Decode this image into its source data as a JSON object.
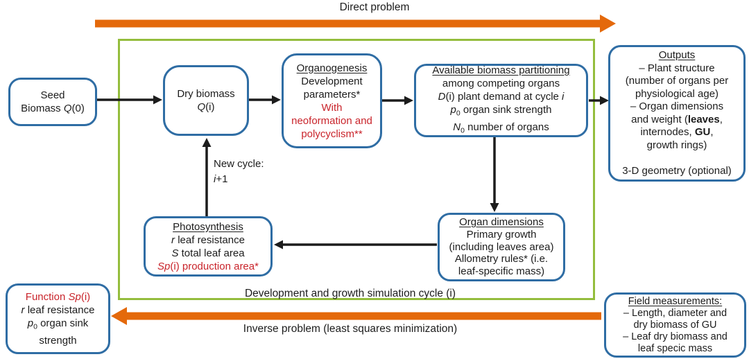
{
  "colors": {
    "blue": "#2f6da4",
    "orange": "#e4690b",
    "green": "#94bd3d",
    "red": "#c9242b",
    "ink": "#1c1c1c"
  },
  "labels": {
    "direct_problem": "Direct problem",
    "inverse_problem": "Inverse problem (least squares minimization)",
    "cycle_caption": "Development and growth simulation cycle (i)"
  },
  "annotations": {
    "new_cycle": [
      [
        {
          "t": "New cycle:"
        }
      ],
      [
        {
          "t": "i",
          "s": "i"
        },
        {
          "t": "+1"
        }
      ]
    ]
  },
  "boxes": {
    "seed_biomass": [
      [
        {
          "t": "Seed"
        }
      ],
      [
        {
          "t": "Biomass "
        },
        {
          "t": "Q",
          "s": "i"
        },
        {
          "t": "(0)"
        }
      ]
    ],
    "dry_biomass": [
      [
        {
          "t": "Dry biomass"
        }
      ],
      [
        {
          "t": "Q",
          "s": "i"
        },
        {
          "t": "(i)"
        }
      ]
    ],
    "organogenesis": [
      [
        {
          "t": "Organogenesis",
          "s": "u"
        }
      ],
      [
        {
          "t": "Development"
        }
      ],
      [
        {
          "t": "parameters*"
        }
      ],
      [
        {
          "t": "With",
          "s": "r"
        }
      ],
      [
        {
          "t": "neoformation and",
          "s": "r"
        }
      ],
      [
        {
          "t": "polycyclism**",
          "s": "r"
        }
      ]
    ],
    "available_partitioning": [
      [
        {
          "t": "Available biomass partitioning",
          "s": "u"
        }
      ],
      [
        {
          "t": "among competing organs"
        }
      ],
      [
        {
          "t": "D",
          "s": "i"
        },
        {
          "t": "(i) plant demand at cycle "
        },
        {
          "t": "i",
          "s": "i"
        }
      ],
      [
        {
          "t": "p",
          "s": "i"
        },
        {
          "t": "0",
          "s": "s"
        },
        {
          "t": " organ sink strength"
        }
      ],
      [
        {
          "t": "N",
          "s": "i"
        },
        {
          "t": "0",
          "s": "s"
        },
        {
          "t": " number of organs"
        }
      ]
    ],
    "outputs": [
      [
        {
          "t": "Outputs",
          "s": "u"
        }
      ],
      [
        {
          "t": "– Plant structure"
        }
      ],
      [
        {
          "t": "(number of organs per"
        }
      ],
      [
        {
          "t": "physiological age)"
        }
      ],
      [
        {
          "t": "– Organ dimensions"
        }
      ],
      [
        {
          "t": "and weight ("
        },
        {
          "t": "leaves",
          "s": "b"
        },
        {
          "t": ","
        }
      ],
      [
        {
          "t": "internodes, "
        },
        {
          "t": "GU",
          "s": "b"
        },
        {
          "t": ","
        }
      ],
      [
        {
          "t": "growth rings)"
        }
      ],
      [
        {
          "t": " "
        }
      ],
      [
        {
          "t": "3-D geometry (optional)"
        }
      ]
    ],
    "photosynthesis": [
      [
        {
          "t": "Photosynthesis",
          "s": "u"
        }
      ],
      [
        {
          "t": "r",
          "s": "i"
        },
        {
          "t": " leaf resistance"
        }
      ],
      [
        {
          "t": "S",
          "s": "i"
        },
        {
          "t": " total leaf area"
        }
      ],
      [
        {
          "t": "Sp",
          "s": "ir"
        },
        {
          "t": "(i) production area*",
          "s": "r"
        }
      ]
    ],
    "organ_dimensions": [
      [
        {
          "t": "Organ dimensions",
          "s": "u"
        }
      ],
      [
        {
          "t": "Primary growth"
        }
      ],
      [
        {
          "t": "(including leaves area)"
        }
      ],
      [
        {
          "t": "Allometry rules* (i.e."
        }
      ],
      [
        {
          "t": "leaf-specific mass)"
        }
      ]
    ],
    "function_sp": [
      [
        {
          "t": "Function ",
          "s": "r"
        },
        {
          "t": "Sp",
          "s": "ir"
        },
        {
          "t": "(i)",
          "s": "r"
        }
      ],
      [
        {
          "t": "r",
          "s": "i"
        },
        {
          "t": " leaf resistance"
        }
      ],
      [
        {
          "t": "p",
          "s": "i"
        },
        {
          "t": "0",
          "s": "s"
        },
        {
          "t": " organ sink"
        }
      ],
      [
        {
          "t": "strength"
        }
      ]
    ],
    "field_measurements": [
      [
        {
          "t": "Field measurements:",
          "s": "u"
        }
      ],
      [
        {
          "t": "– Length, diameter and"
        }
      ],
      [
        {
          "t": "dry biomass of GU"
        }
      ],
      [
        {
          "t": "– Leaf dry biomass and"
        }
      ],
      [
        {
          "t": "leaf specic mass"
        }
      ]
    ]
  }
}
